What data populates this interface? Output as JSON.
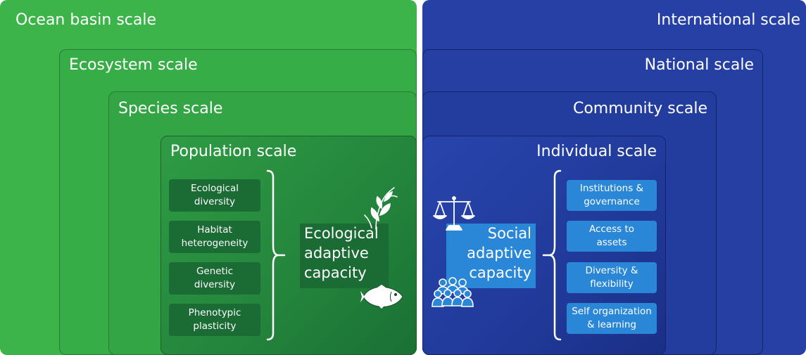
{
  "ecological": {
    "scales": {
      "ocean_basin": "Ocean basin scale",
      "ecosystem": "Ecosystem scale",
      "species": "Species scale",
      "population": "Population scale"
    },
    "factors": [
      "Ecological\ndiversity",
      "Habitat\nheterogeneity",
      "Genetic\ndiversity",
      "Phenotypic\nplasticity"
    ],
    "capacity": "Ecological\nadaptive\ncapacity",
    "icons": [
      "seaweed-icon",
      "fish-icon"
    ]
  },
  "social": {
    "scales": {
      "international": "International scale",
      "national": "National scale",
      "community": "Community scale",
      "individual": "Individual scale"
    },
    "factors": [
      "Institutions &\ngovernance",
      "Access to\nassets",
      "Diversity &\nflexibility",
      "Self organization\n& learning"
    ],
    "capacity": "Social\nadaptive\ncapacity",
    "icons": [
      "scales-of-justice-icon",
      "people-group-icon"
    ]
  },
  "colors": {
    "ecological_green": "#3cb44a",
    "ecological_dark_box": "#1a6b34",
    "social_blue": "#2740a6",
    "social_box": "#2a87d8"
  }
}
